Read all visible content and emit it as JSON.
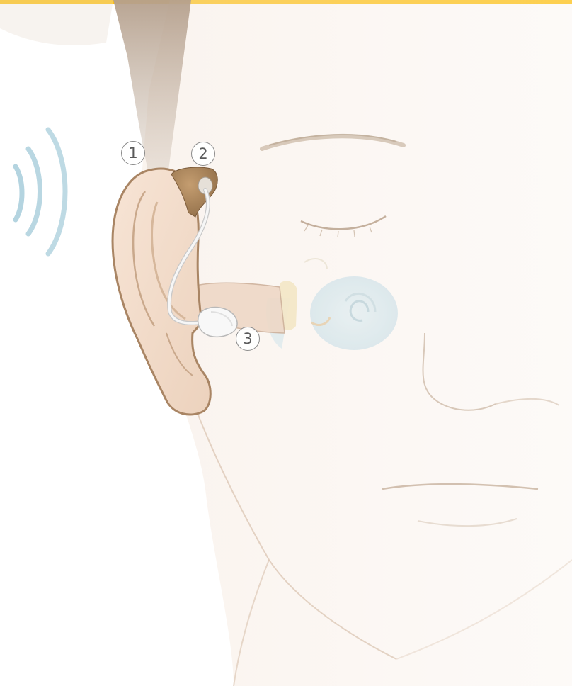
{
  "colors": {
    "accent_bar": "#ffc20e",
    "skin": "#f5e6da",
    "skin_outline": "#c9a88b",
    "hair": "#b9a18c",
    "device_brown": "#a07d54",
    "sound_wave": "#9bc6d6",
    "tube_white": "#f4f4f4"
  },
  "callouts": [
    {
      "number": "1"
    },
    {
      "number": "2"
    },
    {
      "number": "3"
    }
  ],
  "icons": {
    "sound_waves": "sound-waves-icon",
    "hearing_aid": "behind-the-ear-hearing-aid",
    "earpiece": "ear-dome-tip"
  }
}
